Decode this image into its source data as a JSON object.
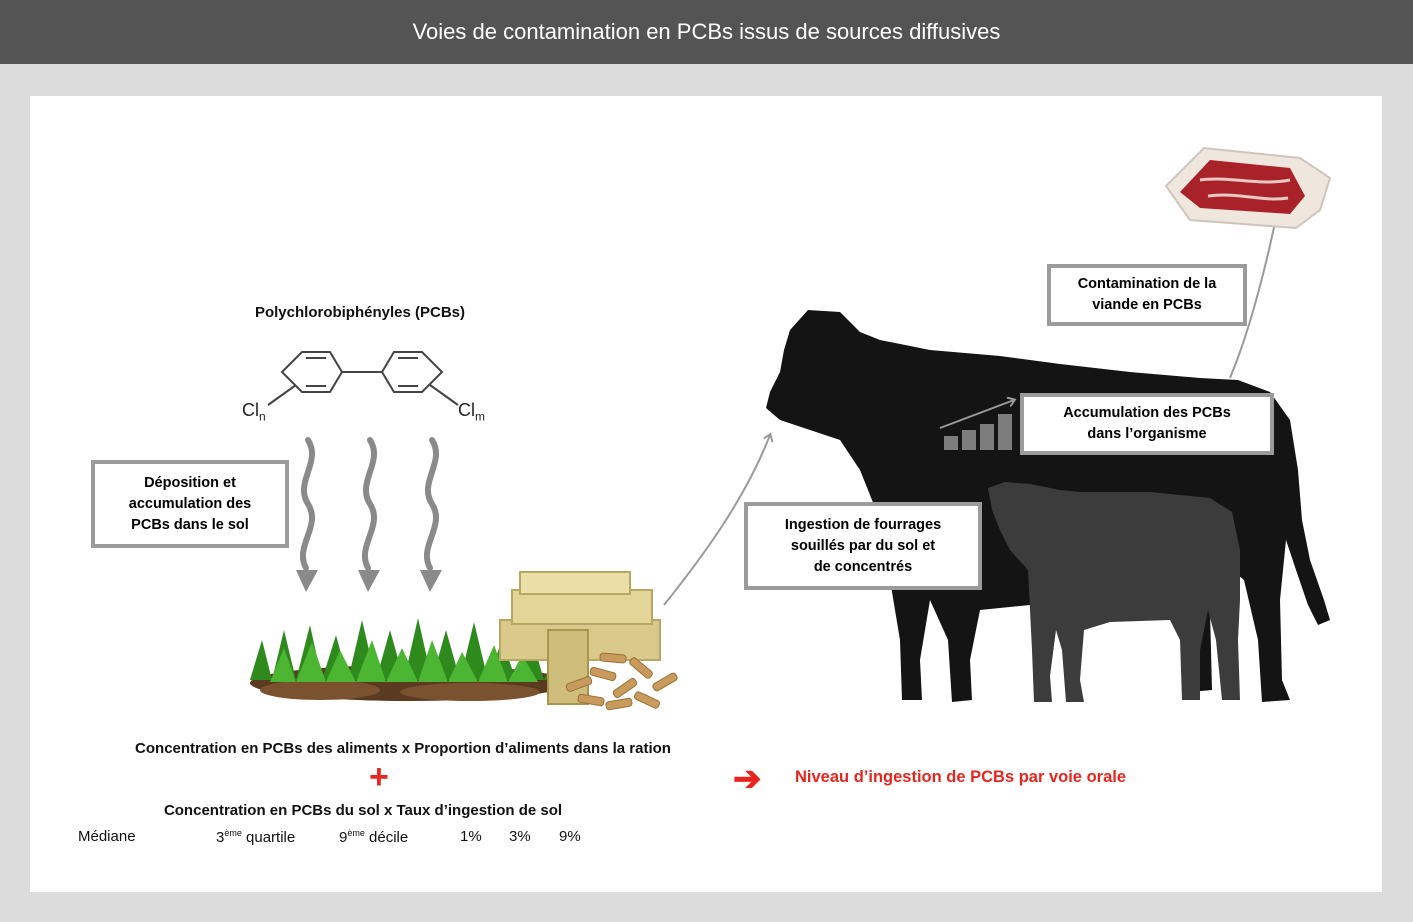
{
  "header": {
    "title": "Voies de contamination en PCBs issus de sources diffusives"
  },
  "molecule": {
    "title": "Polychlorobiphényles (PCBs)",
    "sub_left_base": "Cl",
    "sub_left_idx": "n",
    "sub_right_base": "Cl",
    "sub_right_idx": "m"
  },
  "boxes": {
    "deposition": [
      "Déposition et",
      "accumulation des",
      "PCBs dans le sol"
    ],
    "ingestion": [
      "Ingestion de fourrages",
      "souillés par du sol et",
      "de concentrés"
    ],
    "accumulation": [
      "Accumulation des PCBs",
      "dans l’organisme"
    ],
    "contamination": [
      "Contamination de la",
      "viande en PCBs"
    ]
  },
  "formula": {
    "line1": "Concentration en PCBs des aliments x Proportion d’aliments dans la ration",
    "plus": "+",
    "line2": "Concentration en PCBs du sol x Taux d’ingestion de sol",
    "result_arrow": "➔",
    "result": "Niveau d’ingestion de PCBs par voie orale"
  },
  "scenarios": {
    "mediane": "Médiane",
    "q3_num": "3",
    "q3_sup": "ème",
    "q3_word": "quartile",
    "d9_num": "9",
    "d9_sup": "ème",
    "d9_word": "décile",
    "p1": "1%",
    "p3": "3%",
    "p9": "9%"
  }
}
